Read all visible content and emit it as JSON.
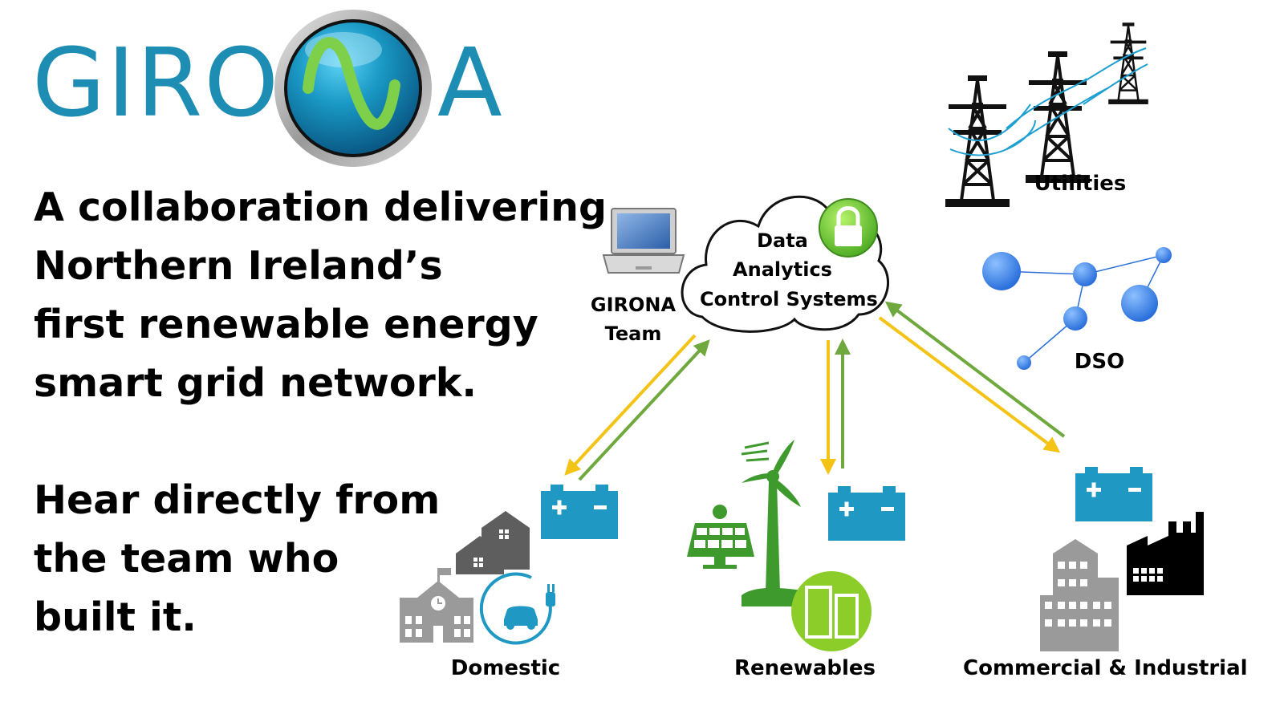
{
  "logo": {
    "left_text": "GIRO",
    "right_text": "A",
    "color": "#1d8db3"
  },
  "headline": {
    "lines": [
      "A collaboration delivering",
      "Northern Ireland’s",
      "first renewable energy",
      "smart grid network."
    ]
  },
  "subline": {
    "lines": [
      "Hear directly from",
      "the team who",
      "built it."
    ]
  },
  "diagram": {
    "cloud_label": [
      "Data",
      "Analytics",
      "Control Systems"
    ],
    "team_label": [
      "GIRONA",
      "Team"
    ],
    "nodes": {
      "utilities": "Utilities",
      "dso": "DSO",
      "domestic": "Domestic",
      "renewables": "Renewables",
      "commercial": "Commercial & Industrial"
    },
    "icons": [
      "laptop-icon",
      "cloud-icon",
      "lock-icon",
      "pylon-icon",
      "network-icon",
      "battery-icon",
      "house-icon",
      "school-icon",
      "ev-charger-icon",
      "solar-panel-icon",
      "wind-turbine-icon",
      "storage-icon",
      "office-building-icon",
      "factory-icon"
    ],
    "colors": {
      "down_arrow": "#f3c316",
      "up_arrow": "#6fa83d",
      "battery": "#1f98c4",
      "dso_node": "#3a7fe0",
      "grey_icon": "#8a8a8a",
      "green_icon": "#3f9a2e",
      "lime": "#8ccd2a"
    }
  }
}
